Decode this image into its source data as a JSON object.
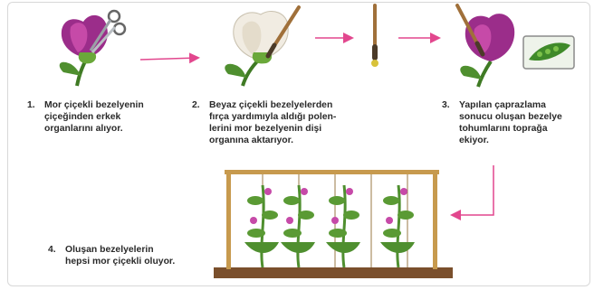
{
  "steps": [
    {
      "number": "1.",
      "text": "Mor çiçekli bezelyenin\nçiçeğinden erkek\norganlarını alıyor."
    },
    {
      "number": "2.",
      "text": "Beyaz çiçekli bezelyelerden\nfırça yardımıyla aldığı polen-\nlerini mor bezelyenin dişi\norganına aktarıyor."
    },
    {
      "number": "3.",
      "text": "Yapılan çaprazlama\nsonucu oluşan bezelye\ntohumlarını toprağa\nekiyor."
    },
    {
      "number": "4.",
      "text": "Oluşan bezelyelerin\nhepsi mor çiçekli oluyor."
    }
  ],
  "colors": {
    "purple_flower": "#9b2d8a",
    "white_flower": "#f1ece2",
    "leaf_green": "#4f8f2f",
    "arrow_pink": "#e2478e",
    "soil_brown": "#7a4f2c",
    "pole_wood": "#c79a4e"
  }
}
